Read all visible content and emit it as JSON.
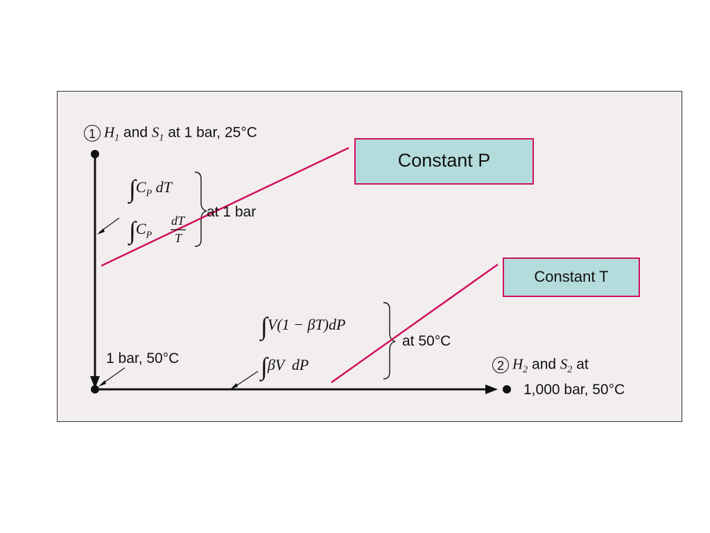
{
  "callouts": {
    "constant_p": "Constant P",
    "constant_t": "Constant T"
  },
  "state1": {
    "number": "1",
    "h": "H",
    "h_sub": "1",
    "and": "and",
    "s": "S",
    "s_sub": "1",
    "condition": "at 1 bar, 25°C"
  },
  "intermediate": {
    "label": "1 bar, 50°C"
  },
  "state2": {
    "number": "2",
    "h": "H",
    "h_sub": "2",
    "and": "and",
    "s": "S",
    "s_sub": "2",
    "at": "at",
    "condition": "1,000 bar, 50°C"
  },
  "path_a": {
    "integral1": "∫",
    "cp": "C",
    "cp_sub": "P",
    "dt": "dT",
    "integral2": "∫",
    "frac_num": "dT",
    "frac_den": "T",
    "condition": "at 1 bar"
  },
  "path_b": {
    "integral1": "∫",
    "expr1": "V(1 − βT)dP",
    "integral2": "∫",
    "expr2": "βV  dP",
    "condition": "at 50°C"
  },
  "colors": {
    "accent_line": "#d01060",
    "callout_fill": "#b4dcdc",
    "panel": "#f3eeee"
  }
}
